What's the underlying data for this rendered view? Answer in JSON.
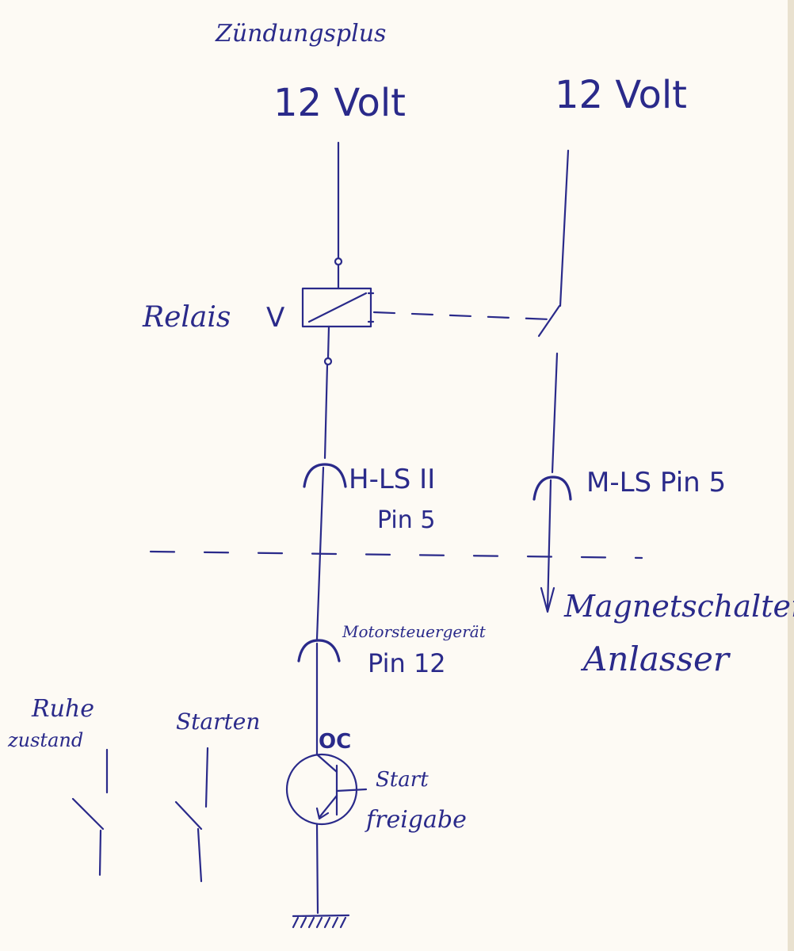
{
  "labels": {
    "ignition_plus": "Zündungsplus",
    "left_voltage": "12 Volt",
    "right_voltage": "12 Volt",
    "relay": "Relais",
    "relay_mark": "V",
    "hls_line1": "H-LS II",
    "hls_line2": "Pin 5",
    "mls": "M-LS Pin 5",
    "ecu": "Motorsteuergerät",
    "ecu_pin": "Pin 12",
    "magnet_switch": "Magnetschalter",
    "starter": "Anlasser",
    "rest_line1": "Ruhe",
    "rest_line2": "zustand",
    "start": "Starten",
    "oc": "OC",
    "release_line1": "Start",
    "release_line2": "freigabe"
  },
  "colors": {
    "ink": "#2a2a8a",
    "paper": "#fdfaf4"
  }
}
